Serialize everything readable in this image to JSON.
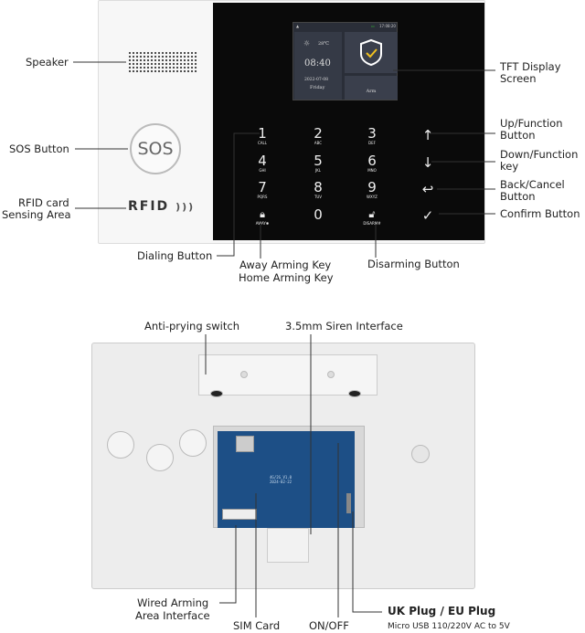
{
  "front": {
    "sos_button_text": "SOS",
    "rfid_text": "RFID",
    "screen": {
      "temperature": "28℃",
      "time": "08:40",
      "date": "2022-07-08",
      "weekday": "Friday",
      "status_time": "17:08:20",
      "arm_label": "Arm"
    },
    "keys": [
      {
        "digit": "1",
        "sub": "CALL"
      },
      {
        "digit": "2",
        "sub": "ABC"
      },
      {
        "digit": "3",
        "sub": "DEF"
      },
      {
        "digit": "4",
        "sub": "GHI"
      },
      {
        "digit": "5",
        "sub": "JKL"
      },
      {
        "digit": "6",
        "sub": "MNO"
      },
      {
        "digit": "7",
        "sub": "PQRS"
      },
      {
        "digit": "8",
        "sub": "TUV"
      },
      {
        "digit": "9",
        "sub": "WXYZ"
      },
      {
        "digit": "",
        "sub": "AWAY✱"
      },
      {
        "digit": "0",
        "sub": ""
      },
      {
        "digit": "",
        "sub": "DISARM#"
      }
    ],
    "labels": {
      "speaker": "Speaker",
      "sos": "SOS Button",
      "rfid": [
        "RFID card",
        "Sensing Area"
      ],
      "tft": [
        "TFT Display",
        "Screen"
      ],
      "up": [
        "Up/Function",
        "Button"
      ],
      "down": [
        "Down/Function",
        "key"
      ],
      "back": [
        "Back/Cancel",
        "Button"
      ],
      "confirm": "Confirm Button",
      "dialing": "Dialing Button",
      "arming": [
        "Away Arming Key",
        "Home Arming Key"
      ],
      "disarming": "Disarming Button"
    }
  },
  "back": {
    "pcb_text": [
      "4G/2G_V1.0",
      "2024-02-22"
    ],
    "labels": {
      "anti_prying": "Anti-prying switch",
      "siren": "3.5mm Siren Interface",
      "wired": [
        "Wired Arming",
        "Area Interface"
      ],
      "sim": "SIM Card",
      "onoff": "ON/OFF",
      "plug": "UK Plug / EU Plug",
      "plug_sub": "Micro USB 110/220V AC to 5V"
    }
  }
}
